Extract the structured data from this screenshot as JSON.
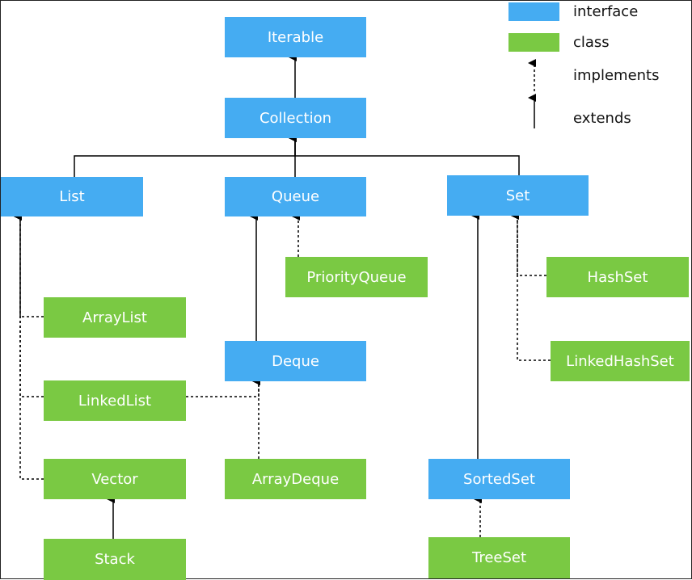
{
  "colors": {
    "interface": "#45ACF2",
    "class": "#7AC943",
    "line": "#000000"
  },
  "legend": {
    "interface_label": "interface",
    "class_label": "class",
    "implements_label": "implements",
    "extends_label": "extends"
  },
  "nodes": {
    "iterable": {
      "label": "Iterable",
      "kind": "interface"
    },
    "collection": {
      "label": "Collection",
      "kind": "interface"
    },
    "list": {
      "label": "List",
      "kind": "interface"
    },
    "queue": {
      "label": "Queue",
      "kind": "interface"
    },
    "set": {
      "label": "Set",
      "kind": "interface"
    },
    "priority_queue": {
      "label": "PriorityQueue",
      "kind": "class"
    },
    "array_list": {
      "label": "ArrayList",
      "kind": "class"
    },
    "hash_set": {
      "label": "HashSet",
      "kind": "class"
    },
    "deque": {
      "label": "Deque",
      "kind": "interface"
    },
    "linked_hash_set": {
      "label": "LinkedHashSet",
      "kind": "class"
    },
    "linked_list": {
      "label": "LinkedList",
      "kind": "class"
    },
    "vector": {
      "label": "Vector",
      "kind": "class"
    },
    "array_deque": {
      "label": "ArrayDeque",
      "kind": "class"
    },
    "sorted_set": {
      "label": "SortedSet",
      "kind": "interface"
    },
    "stack": {
      "label": "Stack",
      "kind": "class"
    },
    "tree_set": {
      "label": "TreeSet",
      "kind": "class"
    }
  },
  "relations": [
    {
      "from": "collection",
      "to": "iterable",
      "type": "extends"
    },
    {
      "from": "list",
      "to": "collection",
      "type": "extends"
    },
    {
      "from": "queue",
      "to": "collection",
      "type": "extends"
    },
    {
      "from": "set",
      "to": "collection",
      "type": "extends"
    },
    {
      "from": "priority_queue",
      "to": "queue",
      "type": "implements"
    },
    {
      "from": "deque",
      "to": "queue",
      "type": "extends"
    },
    {
      "from": "array_list",
      "to": "list",
      "type": "implements"
    },
    {
      "from": "linked_list",
      "to": "list",
      "type": "implements"
    },
    {
      "from": "vector",
      "to": "list",
      "type": "implements"
    },
    {
      "from": "stack",
      "to": "vector",
      "type": "extends"
    },
    {
      "from": "linked_list",
      "to": "deque",
      "type": "implements"
    },
    {
      "from": "array_deque",
      "to": "deque",
      "type": "implements"
    },
    {
      "from": "hash_set",
      "to": "set",
      "type": "implements"
    },
    {
      "from": "linked_hash_set",
      "to": "set",
      "type": "implements"
    },
    {
      "from": "sorted_set",
      "to": "set",
      "type": "extends"
    },
    {
      "from": "tree_set",
      "to": "sorted_set",
      "type": "implements"
    }
  ]
}
